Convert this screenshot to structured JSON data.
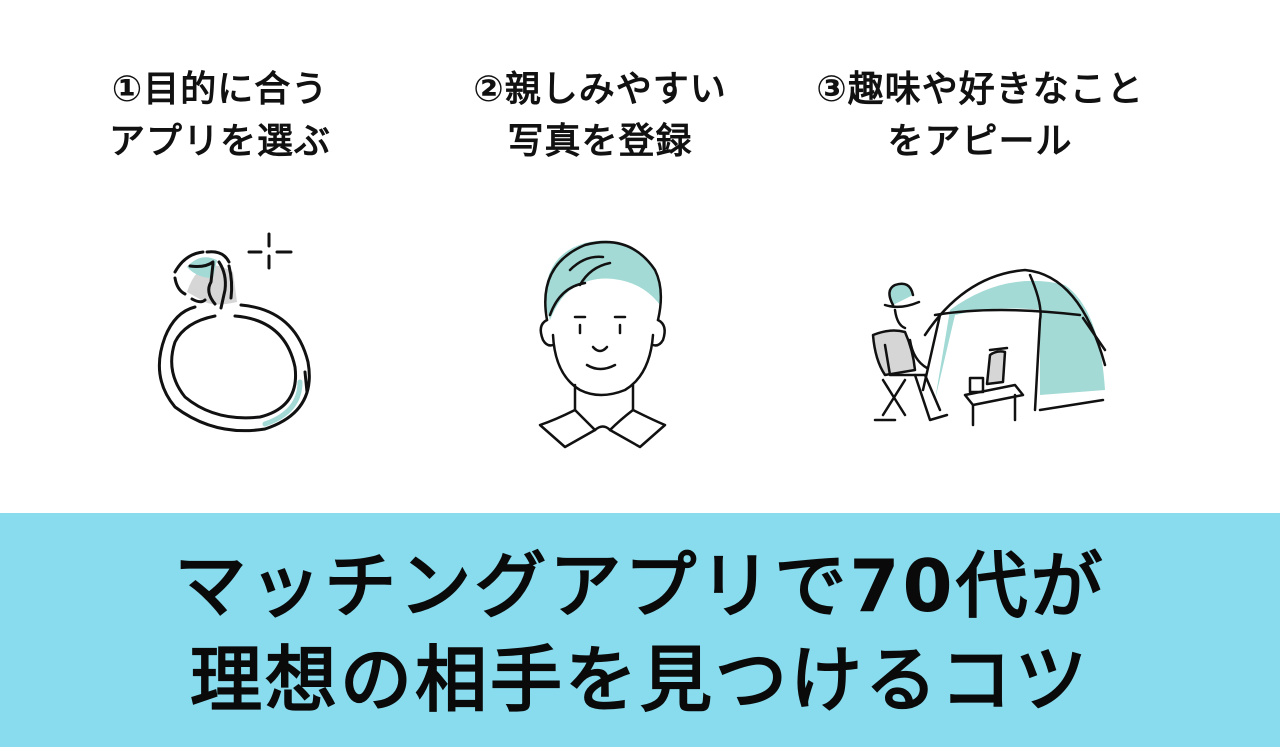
{
  "tips": [
    {
      "number": "①",
      "line1": "①目的に合う",
      "line2": "アプリを選ぶ",
      "icon": "engagement-ring-icon"
    },
    {
      "number": "②",
      "line1": "②親しみやすい",
      "line2": "写真を登録",
      "icon": "smiling-man-portrait-icon"
    },
    {
      "number": "③",
      "line1": "③趣味や好きなこと",
      "line2": "をアピール",
      "icon": "camping-tent-icon"
    }
  ],
  "banner": {
    "line1": "マッチングアプリで70代が",
    "line2": "理想の相手を見つけるコツ"
  },
  "colors": {
    "banner_bg": "#88dcee",
    "accent_fill": "#a3dad5",
    "gray_fill": "#d6d6d6",
    "ink": "#111111",
    "background": "#ffffff"
  }
}
